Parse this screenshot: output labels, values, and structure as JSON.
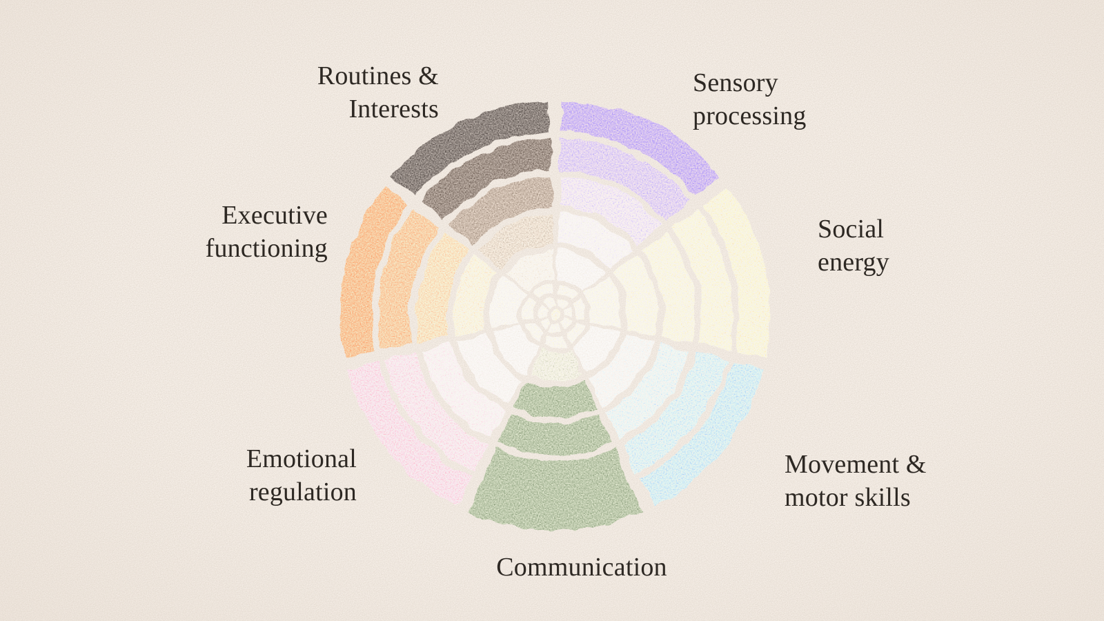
{
  "page": {
    "background": "#f8f1ea",
    "text_color": "#2d2823",
    "style": "hand-drawn crayon wheel on paper texture"
  },
  "chart_data": {
    "type": "radial_wheel",
    "title": "",
    "levels": 5,
    "grid": false,
    "legend_position": "labels-around-wheel",
    "background": "#f8f1ea",
    "hub": {
      "wedge_color": "#f7e5cc",
      "center_color": "#f5dfc0"
    },
    "segments": [
      {
        "id": "sensory-processing",
        "label": "Sensory processing",
        "label_lines": [
          "Sensory",
          "processing"
        ],
        "color": "#9a82f0",
        "ring_colors": [
          "#ece8f8",
          "#ded7f5",
          "#c9bdf1",
          "#b2a1ee",
          "#9a82f0"
        ]
      },
      {
        "id": "social-energy",
        "label": "Social energy",
        "label_lines": [
          "Social",
          "energy"
        ],
        "color": "#f5dab2",
        "ring_colors": [
          "#f8e6ca",
          "#f7e2c2",
          "#f6dfbc",
          "#f6ddb8",
          "#f5dab2"
        ]
      },
      {
        "id": "movement-motor-skills",
        "label": "Movement & motor skills",
        "label_lines": [
          "Movement &",
          "motor skills"
        ],
        "color": "#a2c7ee",
        "ring_colors": [
          "#e9f0fa",
          "#d7e5f6",
          "#c0d8f3",
          "#adcef0",
          "#a2c7ee"
        ]
      },
      {
        "id": "communication",
        "label": "Communication",
        "label_lines": [
          "Communication"
        ],
        "color": "#7e9370",
        "ring_colors": [
          "#c7c9b8",
          "#7e9370",
          "#7e9370",
          "#7e9370",
          "#7e9370"
        ],
        "merged_outer_rings": 2
      },
      {
        "id": "emotional-regulation",
        "label": "Emotional regulation",
        "label_lines": [
          "Emotional",
          "regulation"
        ],
        "color": "#f7b3c5",
        "ring_colors": [
          "#fdeef2",
          "#fce2e8",
          "#facfd9",
          "#f8bcca",
          "#f7b3c5"
        ]
      },
      {
        "id": "executive-functioning",
        "label": "Executive functioning",
        "label_lines": [
          "Executive",
          "functioning"
        ],
        "color": "#f19058",
        "ring_colors": [
          "#fce7d4",
          "#fad2b5",
          "#f7b88f",
          "#f39d6b",
          "#f19058"
        ]
      },
      {
        "id": "routines-interests",
        "label": "Routines & Interests",
        "label_lines": [
          "Routines &",
          "Interests"
        ],
        "color": "#3e3530",
        "ring_colors": [
          "#ded5c9",
          "#c0b2a3",
          "#917e6e",
          "#594a40",
          "#3e3530"
        ]
      }
    ]
  }
}
